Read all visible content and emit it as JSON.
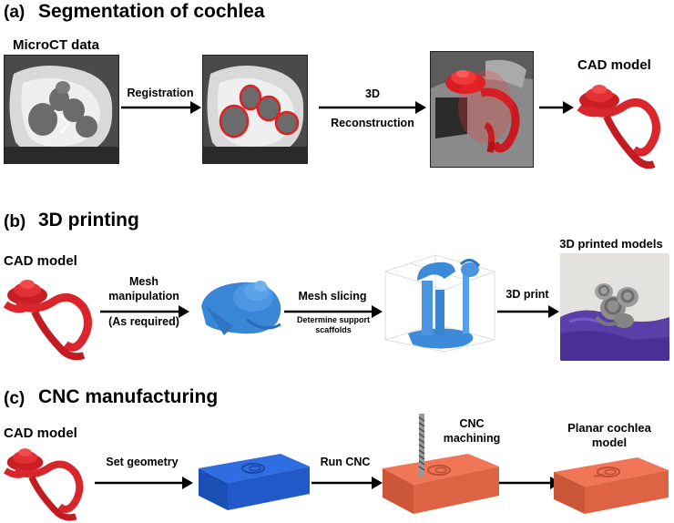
{
  "section_a": {
    "letter": "(a)",
    "title": "Segmentation of cochlea",
    "input_label": "MicroCT data",
    "arrow1_label": "Registration",
    "arrow2_label_line1": "3D",
    "arrow2_label_line2": "Reconstruction",
    "output_label": "CAD model"
  },
  "section_b": {
    "letter": "(b)",
    "title": "3D printing",
    "input_label": "CAD model",
    "arrow1_label_line1": "Mesh",
    "arrow1_label_line2": "manipulation",
    "arrow1_sublabel": "(As required)",
    "arrow2_label": "Mesh slicing",
    "arrow2_sublabel_line1": "Determine support",
    "arrow2_sublabel_line2": "scaffolds",
    "arrow3_label": "3D print",
    "output_label": "3D printed models"
  },
  "section_c": {
    "letter": "(c)",
    "title": "CNC manufacturing",
    "input_label": "CAD model",
    "arrow1_label": "Set geometry",
    "arrow2_label": "Run CNC",
    "tool_label_line1": "CNC",
    "tool_label_line2": "machining",
    "output_label_line1": "Planar cochlea",
    "output_label_line2": "model"
  },
  "colors": {
    "cad_red": "#e0262e",
    "print_blue": "#3f8ed8",
    "block_blue": "#1f5fd0",
    "block_salmon": "#ef6a4c",
    "glove_purple": "#5a3fa8"
  }
}
